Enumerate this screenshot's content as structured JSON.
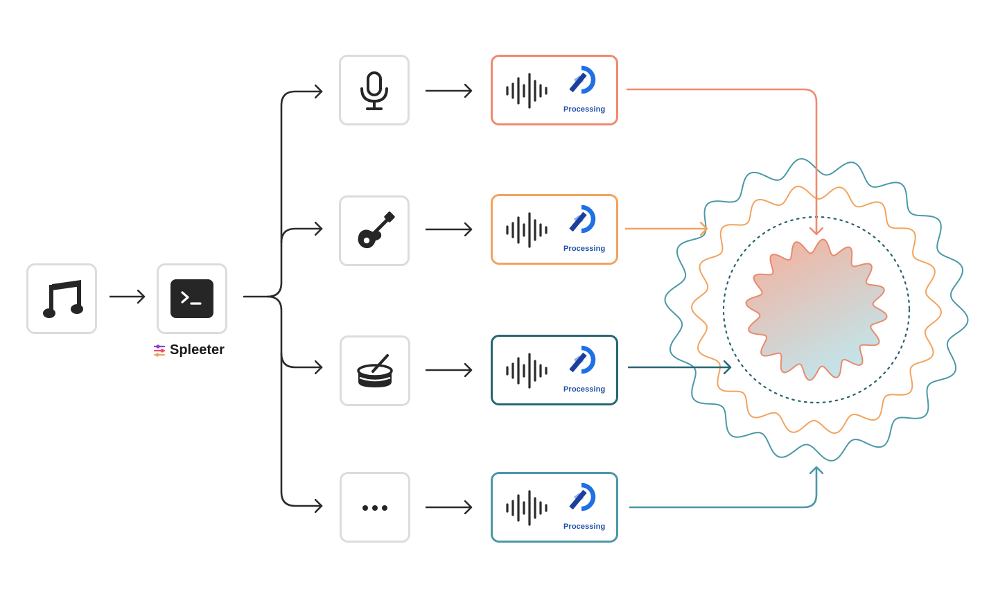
{
  "app": {
    "name": "Spleeter"
  },
  "stems": [
    {
      "icon": "microphone-icon",
      "label": "Processing",
      "color": "#ef8a6e"
    },
    {
      "icon": "guitar-icon",
      "label": "Processing",
      "color": "#f2a35e"
    },
    {
      "icon": "drum-icon",
      "label": "Processing",
      "color": "#276774"
    },
    {
      "icon": "ellipsis-icon",
      "label": "Processing",
      "color": "#4b98a6"
    }
  ],
  "colors": {
    "stroke": "#2b2b2b",
    "node_border": "#dcdcdc",
    "processing_text": "#1f4ea8",
    "logo_blue": "#1f6fe5",
    "wave_outer": "#4b98a6",
    "wave_mid": "#f2a35e",
    "dotted": "#27606c",
    "core_top": "#f2b3a1",
    "core_bottom": "#bfe7ee",
    "core_stroke": "#e88a6d"
  }
}
